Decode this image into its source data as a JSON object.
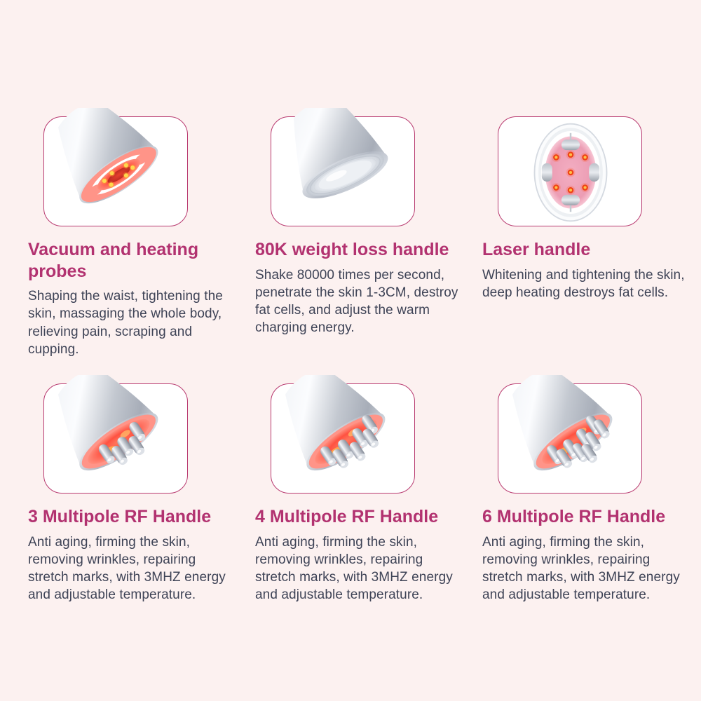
{
  "page": {
    "kind": "product-feature-sheet",
    "background": "#fcf1f0"
  },
  "colors": {
    "page-bg": "#fcf1f0",
    "card-bg": "#ffffff",
    "card-border": "#b8396f",
    "title-color": "#b23270",
    "text-color": "#3e4356",
    "glow-red": "#ff5a44",
    "salmon-ring": "#ff9488",
    "laser-pad-pink": "#efa4ba",
    "led-yellow": "#ffd84d"
  },
  "cards": [
    {
      "image": "vacuum-heating-probe",
      "title": "Vacuum and heating\nprobes",
      "description": "Shaping the waist, tightening the\nskin, massaging the whole body,\nrelieving pain, scraping and cupping."
    },
    {
      "image": "80k-weight-loss-handle",
      "title": "80K weight loss handle",
      "description": "Shake 80000 times per second,\npenetrate the skin 1-3CM, destroy\nfat cells, and adjust the warm\ncharging energy."
    },
    {
      "image": "laser-handle",
      "title": "Laser handle",
      "description": "Whitening and tightening the skin,\ndeep heating destroys fat cells."
    },
    {
      "image": "3-multipole-rf-handle",
      "title": "3 Multipole RF Handle",
      "description": "Anti aging, firming the skin,\nremoving wrinkles, repairing\nstretch marks, with 3MHZ energy\nand adjustable temperature."
    },
    {
      "image": "4-multipole-rf-handle",
      "title": "4 Multipole RF Handle",
      "description": "Anti aging, firming the skin,\nremoving wrinkles, repairing\nstretch marks, with 3MHZ energy\nand adjustable temperature."
    },
    {
      "image": "6-multipole-rf-handle",
      "title": "6 Multipole RF Handle",
      "description": "Anti aging, firming the skin,\nremoving wrinkles, repairing\nstretch marks, with 3MHZ energy\nand adjustable temperature."
    }
  ]
}
